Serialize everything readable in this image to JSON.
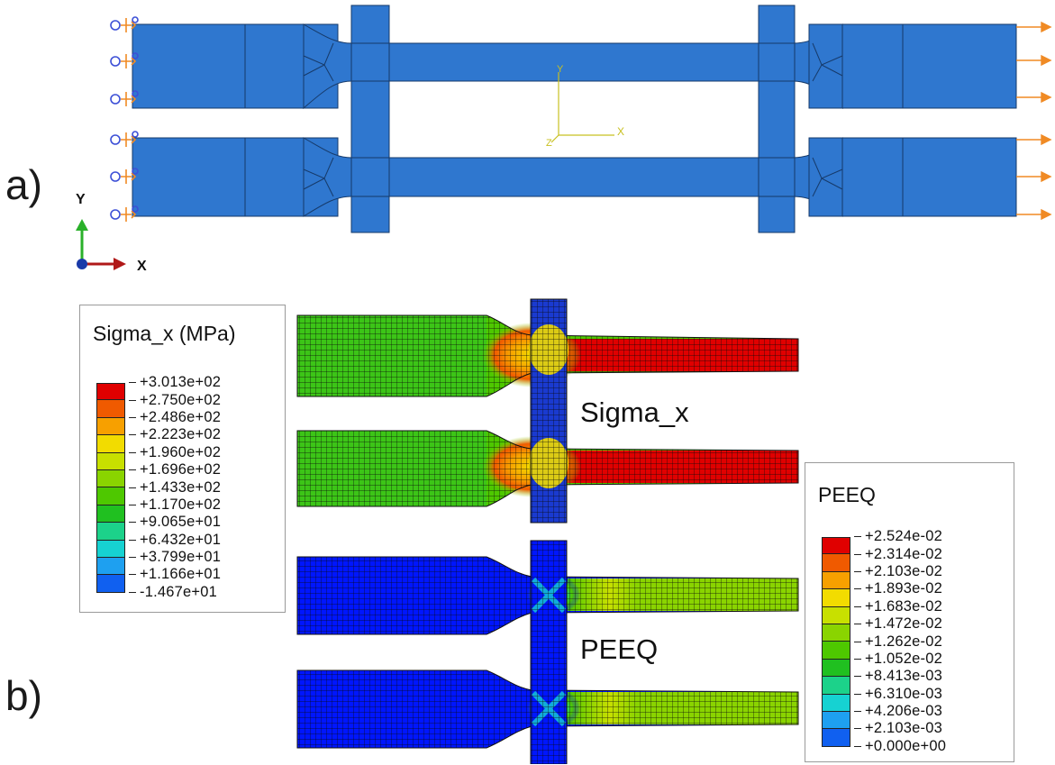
{
  "panel_a": {
    "label": "a)",
    "triad_labels": {
      "y": "Y",
      "x": "X"
    },
    "model_axes": {
      "x": "X",
      "y": "Y",
      "z": "Z"
    },
    "model_color": "#2f77cf",
    "load_arrow_color": "#f08a24",
    "bc_color": "#3c4fd6"
  },
  "panel_b": {
    "label": "b)",
    "sigma_legend": {
      "title": "Sigma_x (MPa)",
      "values": [
        "+3.013e+02",
        "+2.750e+02",
        "+2.486e+02",
        "+2.223e+02",
        "+1.960e+02",
        "+1.696e+02",
        "+1.433e+02",
        "+1.170e+02",
        "+9.065e+01",
        "+6.432e+01",
        "+3.799e+01",
        "+1.166e+01",
        "-1.467e+01"
      ]
    },
    "peeq_legend": {
      "title": "PEEQ",
      "values": [
        "+2.524e-02",
        "+2.314e-02",
        "+2.103e-02",
        "+1.893e-02",
        "+1.683e-02",
        "+1.472e-02",
        "+1.262e-02",
        "+1.052e-02",
        "+8.413e-03",
        "+6.310e-03",
        "+4.206e-03",
        "+2.103e-03",
        "+0.000e+00"
      ]
    },
    "colormap": [
      "#e00000",
      "#f05a00",
      "#f7a000",
      "#f2dc00",
      "#c8e000",
      "#8ad400",
      "#4ec800",
      "#20c020",
      "#1cd28a",
      "#16d2d2",
      "#1ea0f0",
      "#1060f0",
      "#0016ff"
    ],
    "sigma_label": "Sigma_x",
    "peeq_label": "PEEQ"
  }
}
